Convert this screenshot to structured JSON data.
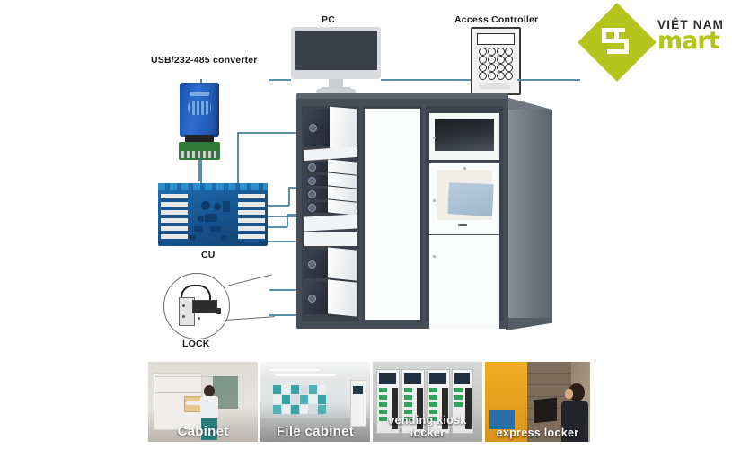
{
  "diagram": {
    "labels": {
      "pc": "PC",
      "access_controller": "Access Controller",
      "converter": "USB/232-485 converter",
      "cu": "CU",
      "lock": "LOCK"
    },
    "colors": {
      "connector_line": "#5b8fa8",
      "cu_board": "#17538d",
      "converter_body": "#2f6fd0",
      "converter_terminal": "#2f7a3a",
      "cabinet_frame": "#474d57",
      "cabinet_door": "#fbfcfc",
      "touchscreen": "#a9c0d4",
      "brand_green": "#b4c41c"
    }
  },
  "brand": {
    "mark": "s-diamond-logo",
    "line1": "VIỆT NAM",
    "line2": "mart"
  },
  "gallery": {
    "items": [
      {
        "caption": "Cabinet",
        "scene": "cabinet"
      },
      {
        "caption": "File cabinet",
        "scene": "file-cabinet"
      },
      {
        "caption": "vending kiosk locker",
        "scene": "vending-kiosk"
      },
      {
        "caption": "express locker",
        "scene": "express-locker"
      }
    ]
  }
}
